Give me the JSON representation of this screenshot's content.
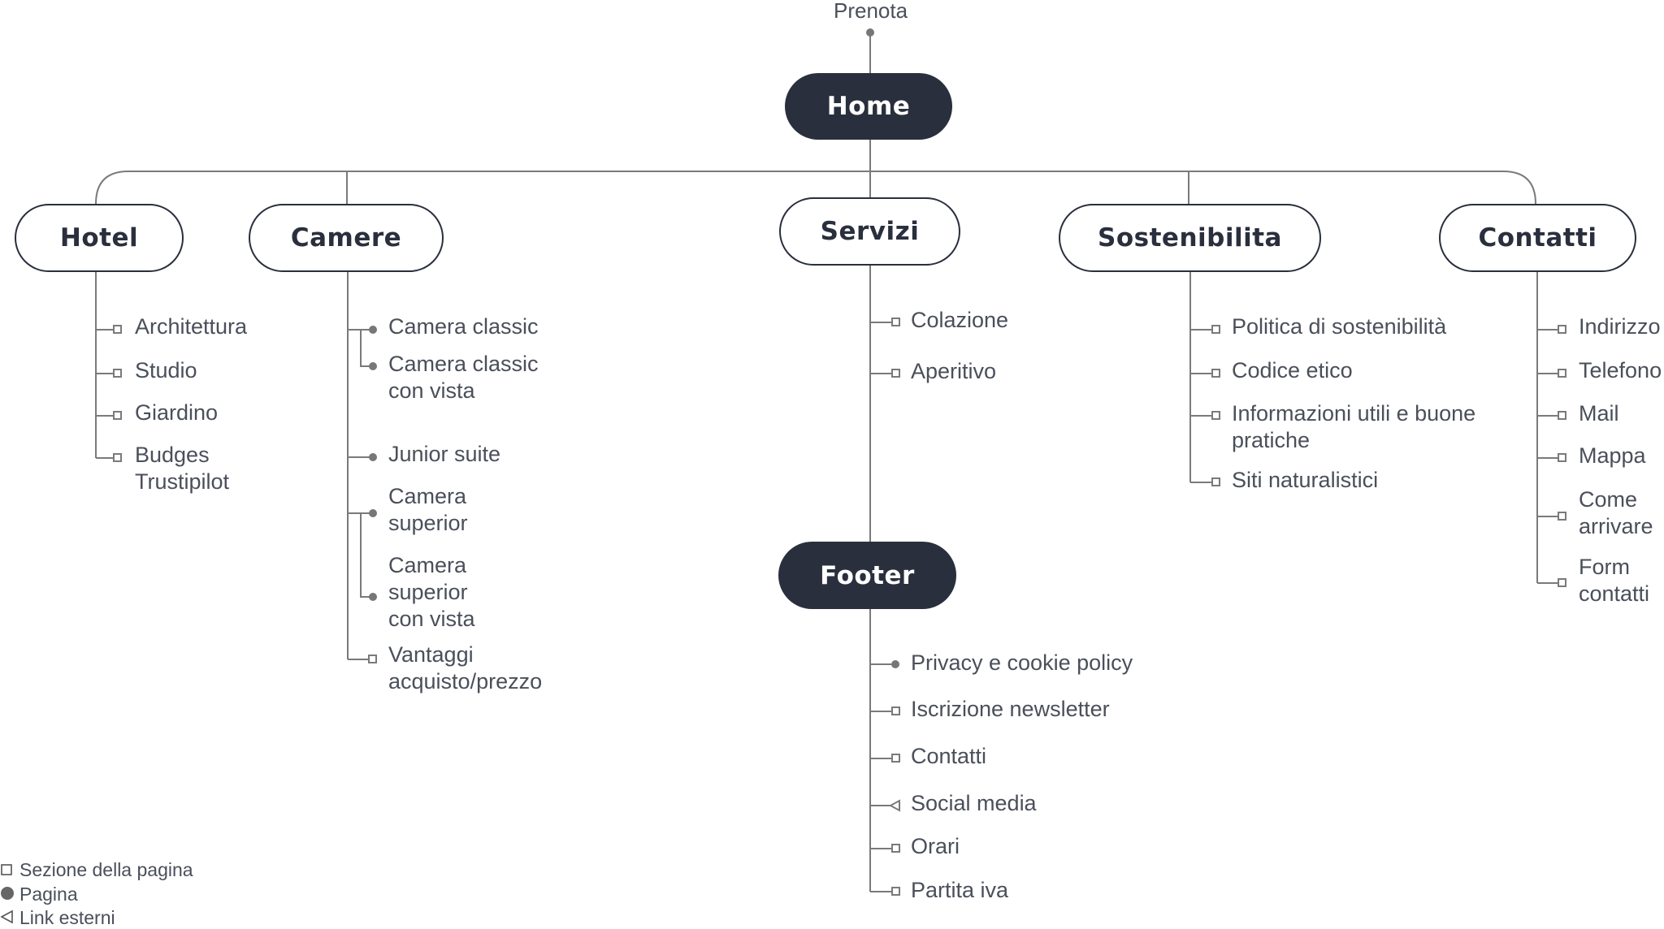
{
  "top_link": "Prenota",
  "root": "Home",
  "sections": {
    "hotel": {
      "label": "Hotel",
      "items": [
        "Architettura",
        "Studio",
        "Giardino",
        "Budges\nTrustipilot"
      ]
    },
    "camere": {
      "label": "Camere",
      "items": [
        "Camera classic",
        "Camera classic\ncon vista",
        "Junior suite",
        "Camera\nsuperior",
        "Camera\nsuperior\ncon vista",
        "Vantaggi\nacquisto/prezzo"
      ]
    },
    "servizi": {
      "label": "Servizi",
      "items": [
        "Colazione",
        "Aperitivo"
      ]
    },
    "sostenibilita": {
      "label": "Sostenibilita",
      "items": [
        "Politica di sostenibilità",
        "Codice etico",
        "Informazioni utili e buone\npratiche",
        "Siti naturalistici"
      ]
    },
    "contatti": {
      "label": "Contatti",
      "items": [
        "Indirizzo",
        "Telefono",
        "Mail",
        "Mappa",
        "Come\narrivare",
        "Form\ncontatti"
      ]
    }
  },
  "footer": {
    "label": "Footer",
    "items": [
      "Privacy e cookie policy",
      "Iscrizione newsletter",
      "Contatti",
      "Social media",
      "Orari",
      "Partita iva"
    ]
  },
  "legend": {
    "section": "Sezione della pagina",
    "page": "Pagina",
    "external": "Link esterni"
  },
  "colors": {
    "dark_node": "#2a2f3d",
    "line": "#7a7a7a",
    "text": "#4a4f5a"
  }
}
